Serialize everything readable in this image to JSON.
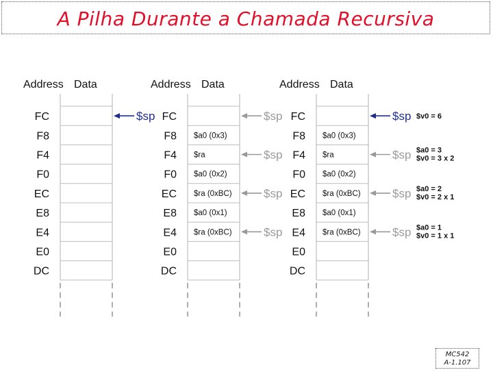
{
  "title": "A Pilha Durante a Chamada Recursiva",
  "footer": {
    "line1": "MC542",
    "line2": "A-1.107"
  },
  "colors": {
    "title": "#e0102a",
    "active": "#1c2f8f",
    "inactive": "#9a9a9a",
    "text": "#111111",
    "grid": "#bdbdbd"
  },
  "header": {
    "address": "Address",
    "data": "Data"
  },
  "addresses": [
    "FC",
    "F8",
    "F4",
    "F0",
    "EC",
    "E8",
    "E4",
    "E0",
    "DC"
  ],
  "stacks": [
    {
      "cells": [
        "",
        "",
        "",
        "",
        "",
        "",
        "",
        "",
        ""
      ]
    },
    {
      "cells": [
        "",
        "$a0 (0x3)",
        "$ra",
        "$a0 (0x2)",
        "$ra (0xBC)",
        "$a0 (0x1)",
        "$ra (0xBC)",
        "",
        ""
      ]
    },
    {
      "cells": [
        "",
        "$a0 (0x3)",
        "$ra",
        "$a0 (0x2)",
        "$ra (0xBC)",
        "$a0 (0x1)",
        "$ra (0xBC)",
        "",
        ""
      ]
    }
  ],
  "pointers": [
    {
      "stack": 0,
      "row": 0,
      "label": "$sp",
      "active": true
    },
    {
      "stack": 1,
      "row": 0,
      "label": "$sp",
      "active": false
    },
    {
      "stack": 1,
      "row": 2,
      "label": "$sp",
      "active": false
    },
    {
      "stack": 1,
      "row": 4,
      "label": "$sp",
      "active": false
    },
    {
      "stack": 1,
      "row": 6,
      "label": "$sp",
      "active": false
    },
    {
      "stack": 2,
      "row": 0,
      "label": "$sp",
      "active": true
    },
    {
      "stack": 2,
      "row": 2,
      "label": "$sp",
      "active": false
    },
    {
      "stack": 2,
      "row": 4,
      "label": "$sp",
      "active": false
    },
    {
      "stack": 2,
      "row": 6,
      "label": "$sp",
      "active": false
    }
  ],
  "annotations": [
    {
      "row": 0,
      "lines": [
        "$v0 = 6"
      ]
    },
    {
      "row": 2,
      "lines": [
        "$a0 = 3",
        "$v0 = 3 x 2"
      ]
    },
    {
      "row": 4,
      "lines": [
        "$a0 = 2",
        "$v0 = 2 x 1"
      ]
    },
    {
      "row": 6,
      "lines": [
        "$a0 = 1",
        "$v0 = 1 x 1"
      ]
    }
  ]
}
